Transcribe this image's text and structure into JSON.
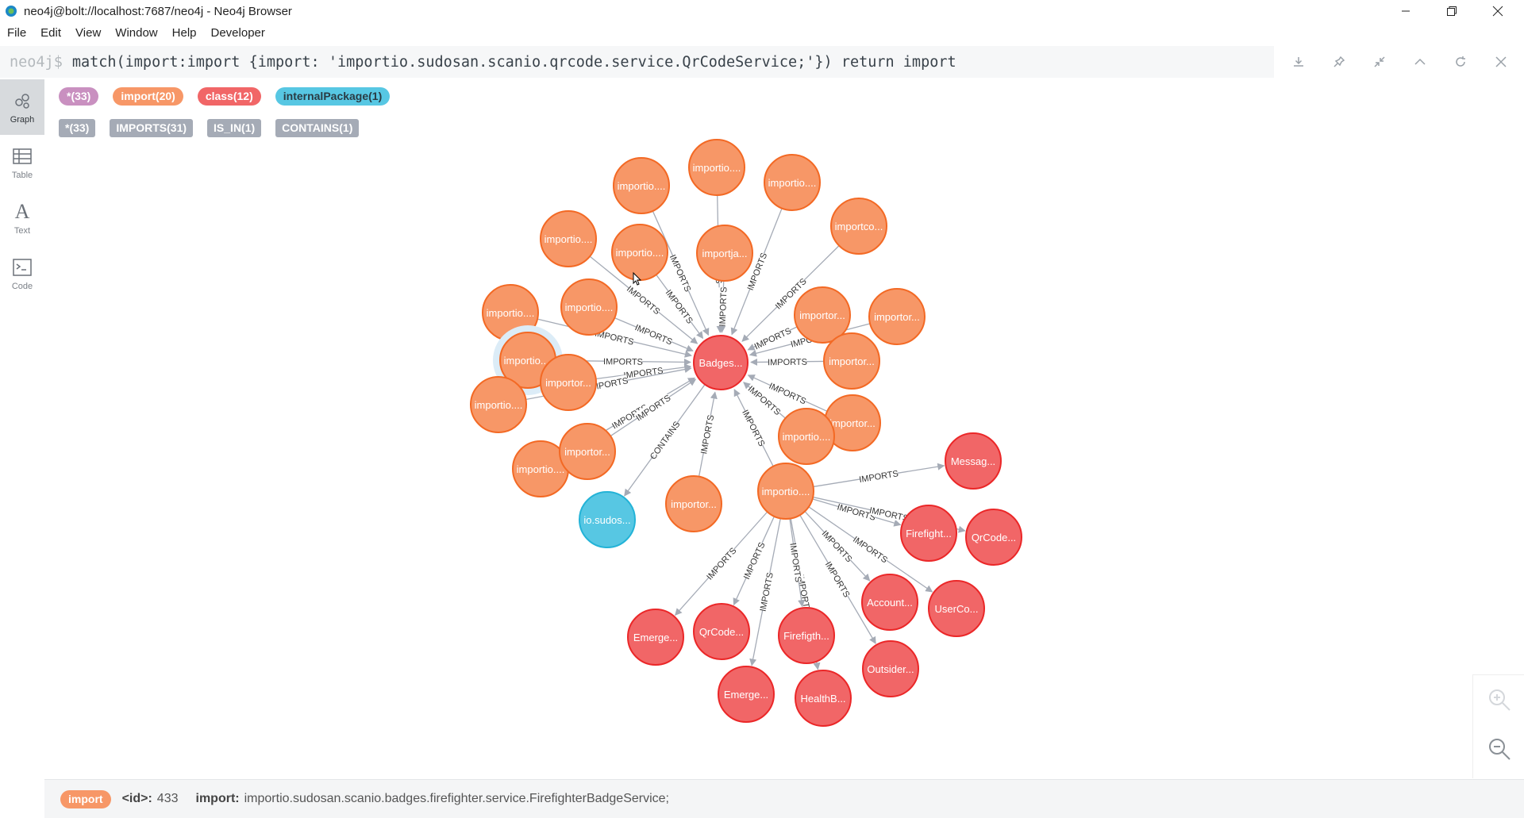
{
  "window": {
    "title": "neo4j@bolt://localhost:7687/neo4j - Neo4j Browser"
  },
  "menu": [
    "File",
    "Edit",
    "View",
    "Window",
    "Help",
    "Developer"
  ],
  "editor": {
    "prompt": "neo4j$",
    "query": "match(import:import {import: 'importio.sudosan.scanio.qrcode.service.QrCodeService;'}) return import"
  },
  "sidebar": {
    "tabs": [
      "Graph",
      "Table",
      "Text",
      "Code"
    ],
    "active": "Graph"
  },
  "labels": [
    {
      "text": "*(33)",
      "color": "#c990c0"
    },
    {
      "text": "import(20)",
      "color": "#f79767"
    },
    {
      "text": "class(12)",
      "color": "#f16667"
    },
    {
      "text": "internalPackage(1)",
      "color": "#57c7e3"
    }
  ],
  "relationships": [
    "*(33)",
    "IMPORTS(31)",
    "IS_IN(1)",
    "CONTAINS(1)"
  ],
  "colors": {
    "import": "#f79767",
    "import_stroke": "#f36924",
    "class": "#f16667",
    "class_stroke": "#eb2728",
    "package": "#57c7e3",
    "package_stroke": "#23b3d7",
    "edge": "#a5abb6"
  },
  "graph": {
    "center": {
      "name": "Badges...",
      "type": "class"
    },
    "center_in": [
      {
        "name": "importio....",
        "type": "import",
        "rel": "IMPORTS"
      },
      {
        "name": "importio....",
        "type": "import",
        "rel": "IMPORTS"
      },
      {
        "name": "importio....",
        "type": "import",
        "rel": "IMPORTS"
      },
      {
        "name": "importco...",
        "type": "import",
        "rel": "IMPORTS"
      },
      {
        "name": "importio....",
        "type": "import",
        "rel": "IMPORTS"
      },
      {
        "name": "importio....",
        "type": "import",
        "rel": "IMPORTS"
      },
      {
        "name": "importja...",
        "type": "import",
        "rel": "IMPORTS"
      },
      {
        "name": "importor...",
        "type": "import",
        "rel": "IMPORTS"
      },
      {
        "name": "importio....",
        "type": "import",
        "rel": "IMPORTS"
      },
      {
        "name": "importio....",
        "type": "import",
        "rel": "IMPORTS"
      },
      {
        "name": "importor...",
        "type": "import",
        "rel": "IMPORTS"
      },
      {
        "name": "importio....",
        "type": "import",
        "rel": "IMPORTS"
      },
      {
        "name": "importor...",
        "type": "import",
        "rel": "IMPORTS"
      },
      {
        "name": "importor...",
        "type": "import",
        "rel": "IMPORTS"
      },
      {
        "name": "importio....",
        "type": "import",
        "rel": "IMPORTS"
      },
      {
        "name": "importor...",
        "type": "import",
        "rel": "IMPORTS"
      },
      {
        "name": "importio....",
        "type": "import",
        "rel": "IMPORTS"
      },
      {
        "name": "importor...",
        "type": "import",
        "rel": "IMPORTS"
      },
      {
        "name": "importor...",
        "type": "import",
        "rel": "IMPORTS"
      },
      {
        "name": "importio....",
        "type": "import",
        "rel": "IMPORTS"
      }
    ],
    "package": {
      "name": "io.sudos...",
      "type": "package",
      "rel": "CONTAINS"
    },
    "hub_out": [
      {
        "name": "Messag...",
        "type": "class",
        "rel": "IMPORTS"
      },
      {
        "name": "Firefight...",
        "type": "class",
        "rel": "IMPORTS"
      },
      {
        "name": "QrCode...",
        "type": "class",
        "rel": "IMPORTS"
      },
      {
        "name": "UserCo...",
        "type": "class",
        "rel": "IMPORTS"
      },
      {
        "name": "Account...",
        "type": "class",
        "rel": "IMPORTS"
      },
      {
        "name": "Outsider...",
        "type": "class",
        "rel": "IMPORTS"
      },
      {
        "name": "HealthB...",
        "type": "class",
        "rel": "IMPORTS"
      },
      {
        "name": "Firefigth...",
        "type": "class",
        "rel": "IMPORTS"
      },
      {
        "name": "Emerge...",
        "type": "class",
        "rel": "IMPORTS"
      },
      {
        "name": "QrCode...",
        "type": "class",
        "rel": "IMPORTS"
      },
      {
        "name": "Emerge...",
        "type": "class",
        "rel": "IMPORTS"
      }
    ]
  },
  "status": {
    "label": "import",
    "id_key": "<id>:",
    "id_val": "433",
    "prop_key": "import:",
    "prop_val": "importio.sudosan.scanio.badges.firefighter.service.FirefighterBadgeService;"
  }
}
